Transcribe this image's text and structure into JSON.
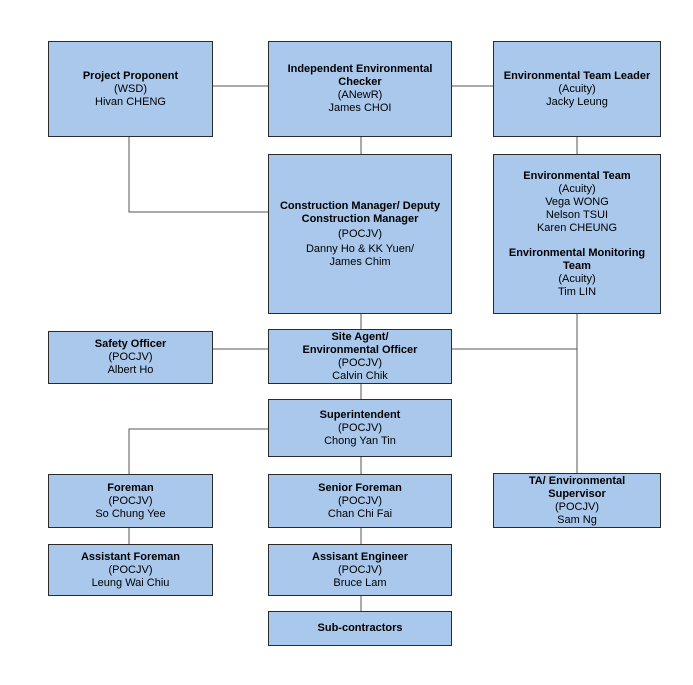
{
  "nodes": {
    "proponent": {
      "title": "Project Proponent",
      "org": "(WSD)",
      "people": [
        "Hivan CHENG"
      ]
    },
    "iec": {
      "title": "Independent Environmental Checker",
      "org": "(ANewR)",
      "people": [
        "James CHOI"
      ]
    },
    "etl": {
      "title": "Environmental Team Leader",
      "org": "(Acuity)",
      "people": [
        "Jacky Leung"
      ]
    },
    "et": {
      "title": "Environmental Team",
      "org": "(Acuity)",
      "people": [
        "Vega WONG",
        "Nelson TSUI",
        "Karen CHEUNG"
      ],
      "title2": "Environmental Monitoring Team",
      "org2": "(Acuity)",
      "people2": [
        "Tim LIN"
      ]
    },
    "cm": {
      "title": "Construction Manager/ Deputy Construction Manager",
      "org": "(POCJV)",
      "people": [
        "Danny Ho & KK Yuen/",
        "James Chim"
      ]
    },
    "safety": {
      "title": "Safety Officer",
      "org": "(POCJV)",
      "people": [
        "Albert Ho"
      ]
    },
    "agent": {
      "title": "Site Agent/ Environmental Officer",
      "org": "(POCJV)",
      "people": [
        "Calvin Chik"
      ]
    },
    "super": {
      "title": "Superintendent",
      "org": "(POCJV)",
      "people": [
        "Chong Yan Tin"
      ]
    },
    "foreman": {
      "title": "Foreman",
      "org": "(POCJV)",
      "people": [
        "So Chung Yee"
      ]
    },
    "senior": {
      "title": "Senior Foreman",
      "org": "(POCJV)",
      "people": [
        "Chan Chi Fai"
      ]
    },
    "ta": {
      "title": "TA/ Environmental Supervisor",
      "org": "(POCJV)",
      "people": [
        "Sam Ng"
      ]
    },
    "asst_foreman": {
      "title": "Assistant Foreman",
      "org": "(POCJV)",
      "people": [
        "Leung Wai Chiu"
      ]
    },
    "asst_eng": {
      "title": "Assisant Engineer",
      "org": "(POCJV)",
      "people": [
        "Bruce Lam"
      ]
    },
    "sub": {
      "title": "Sub-contractors"
    }
  }
}
